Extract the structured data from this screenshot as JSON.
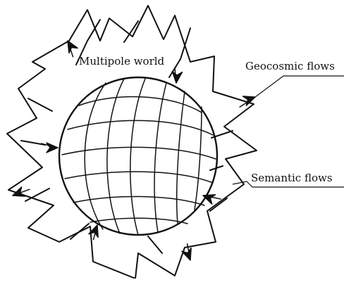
{
  "labels": {
    "center": "Multipole world",
    "top_right": "Geocosmic flows",
    "mid_right": "Semantic flows"
  },
  "colors": {
    "ink": "#111111",
    "background": "#ffffff"
  },
  "icons": {
    "arrowhead": "filled-arrowhead"
  }
}
